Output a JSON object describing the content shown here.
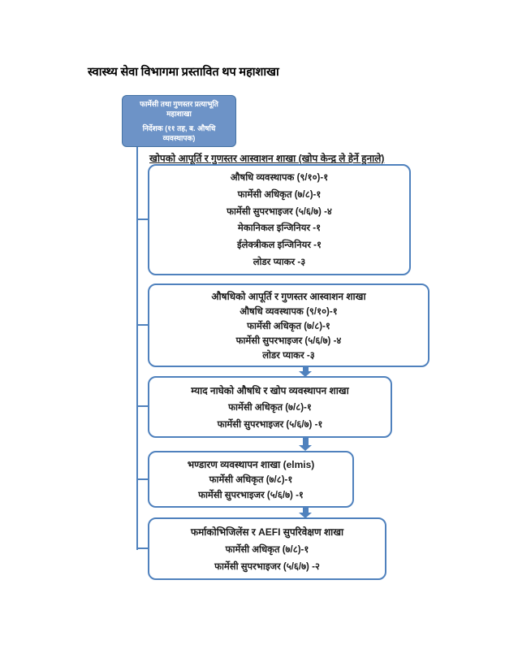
{
  "title": "स्वास्थ्य सेवा विभागमा प्रस्तावित थप महाशाखा",
  "root_box": {
    "line1": "फार्मेसी तथा गुणस्तर प्रत्याभूति महाशाखा",
    "line2": "निर्देशक (११ तह, ब. औषधि व्यवस्थापक)"
  },
  "boxes": {
    "vaccine_supply": {
      "header": "खोपको आपूर्ति र गुणस्तर आस्वाशन शाखा (खोप केन्द्र ले हेर्ने हुनाले)",
      "items": [
        "औषधि व्यवस्थापक (९/१०)-१",
        "फार्मेसी अधिकृत (७/८)-१",
        "फार्मेसी सुपरभाइजर (५/६/७) -४",
        "मेकानिकल इन्जिनियर -१",
        "ईलेक्त्रीकल इन्जिनियर -१",
        "लोडर प्याकर -३"
      ]
    },
    "medicine_supply": {
      "header": "औषधिको आपूर्ति र गुणस्तर आस्वाशन शाखा",
      "items": [
        "औषधि व्यवस्थापक (९/१०)-१",
        "फार्मेसी अधिकृत (७/८)-१",
        "फार्मेसी सुपरभाइजर (५/६/७) -४",
        "लोडर प्याकर -३"
      ]
    },
    "expired_medicine": {
      "header": "म्याद नाघेको औषधि र खोप व्यवस्थापन शाखा",
      "items": [
        "फार्मेसी अधिकृत (७/८)-१",
        "फार्मेसी सुपरभाइजर (५/६/७) -१"
      ]
    },
    "storage": {
      "header": "भण्डारण व्यवस्थापन शाखा (elmis)",
      "items": [
        "फार्मेसी अधिकृत (७/८)-१",
        "फार्मेसी सुपरभाइजर (५/६/७) -१"
      ]
    },
    "pharmacovigilance": {
      "header": "फर्माकोभिजिलेंस र AEFI सुपरिवेक्षण शाखा",
      "items": [
        "फार्मेसी अधिकृत (७/८)-१",
        "फार्मेसी सुपरभाइजर (५/६/७) -२"
      ]
    }
  },
  "colors": {
    "accent": "#4F81BD",
    "root_fill": "#6D93C7",
    "root_border": "#4472A4",
    "text": "#1B1B1B"
  }
}
